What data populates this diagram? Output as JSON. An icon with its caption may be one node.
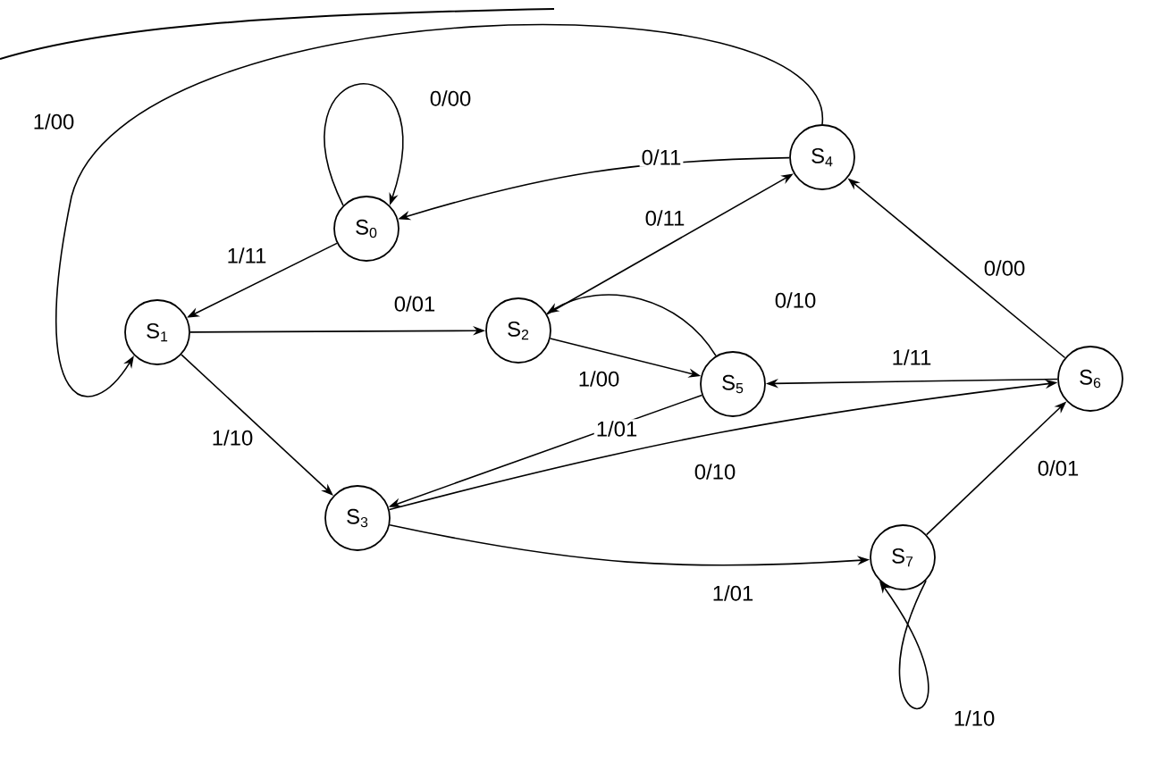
{
  "diagram": {
    "nodes": [
      {
        "text": [
          "S$_{0}$"
        ]
      },
      {
        "text": [
          "S$_{1}$"
        ]
      },
      {
        "text": [
          "S$_{2}$"
        ]
      },
      {
        "text": [
          "S$_{3}$"
        ]
      },
      {
        "text": [
          "S$_{4}$"
        ]
      },
      {
        "text": [
          "S$_{5}$"
        ]
      },
      {
        "text": [
          "S$_{6}$"
        ]
      },
      {
        "text": [
          "S$_{7}$"
        ]
      }
    ],
    "edges": [
      {
        "from": 0,
        "to": 0,
        "arrow": "to",
        "label": "0/00"
      },
      {
        "from": 0,
        "to": 1,
        "arrow": "to",
        "label": "1/11"
      },
      {
        "from": 4,
        "to": 0,
        "arrow": "to",
        "label": "0/11"
      },
      {
        "from": 4,
        "to": 1,
        "arrow": "to",
        "label": "1/00"
      },
      {
        "from": 1,
        "to": 2,
        "arrow": "to",
        "label": "0/01"
      },
      {
        "from": 1,
        "to": 3,
        "arrow": "to",
        "label": "1/10"
      },
      {
        "from": 2,
        "to": 4,
        "arrow": "to",
        "label": "0/11"
      },
      {
        "from": 2,
        "to": 5,
        "arrow": "to",
        "label": "1/00"
      },
      {
        "from": 5,
        "to": 2,
        "arrow": "to",
        "label": "0/10"
      },
      {
        "from": 6,
        "to": 5,
        "arrow": "to",
        "label": "1/11"
      },
      {
        "from": 6,
        "to": 4,
        "arrow": "to",
        "label": "0/00"
      },
      {
        "from": 5,
        "to": 3,
        "arrow": "to",
        "label": "1/01"
      },
      {
        "from": 3,
        "to": 6,
        "arrow": "to",
        "label": "0/10"
      },
      {
        "from": 3,
        "to": 7,
        "arrow": "to",
        "label": "1/01"
      },
      {
        "from": 7,
        "to": 6,
        "arrow": "to",
        "label": "0/01"
      },
      {
        "from": 7,
        "to": 7,
        "arrow": "to",
        "label": "1/10"
      }
    ]
  }
}
